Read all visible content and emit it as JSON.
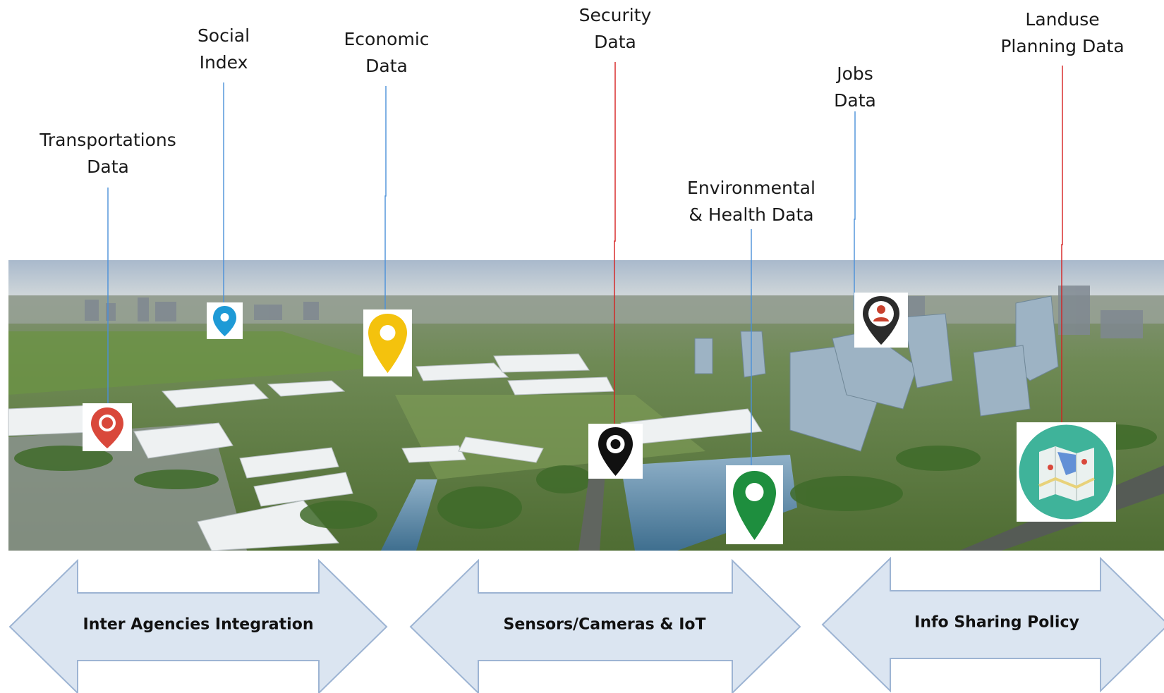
{
  "labels": {
    "transport": [
      "Transportations",
      "Data"
    ],
    "social": [
      "Social",
      "Index"
    ],
    "economic": [
      "Economic",
      "Data"
    ],
    "security": [
      "Security",
      "Data"
    ],
    "environmental": [
      "Environmental",
      "& Health Data"
    ],
    "jobs": [
      "Jobs",
      "Data"
    ],
    "landuse": [
      "Landuse",
      "Planning Data"
    ]
  },
  "arrows": [
    "Inter Agencies Integration",
    "Sensors/Cameras & IoT",
    "Info Sharing Policy"
  ],
  "colors": {
    "blue_connector": "#4a90d9",
    "red_connector": "#d62020",
    "arrow_fill": "#dbe5f1",
    "arrow_stroke": "#9db4d3",
    "pin_red": "#d9483b",
    "pin_blue": "#1e9ad6",
    "pin_yellow": "#f4c20d",
    "pin_black": "#111111",
    "pin_green": "#1e8e3e",
    "pin_dark": "#2b2b2b"
  },
  "icons": {
    "transport": "red-map-pin-icon",
    "social": "blue-map-pin-icon",
    "economic": "yellow-map-pin-icon",
    "security": "black-map-pin-icon",
    "environmental": "green-map-pin-icon",
    "jobs": "person-pin-icon",
    "landuse": "folded-map-icon"
  }
}
